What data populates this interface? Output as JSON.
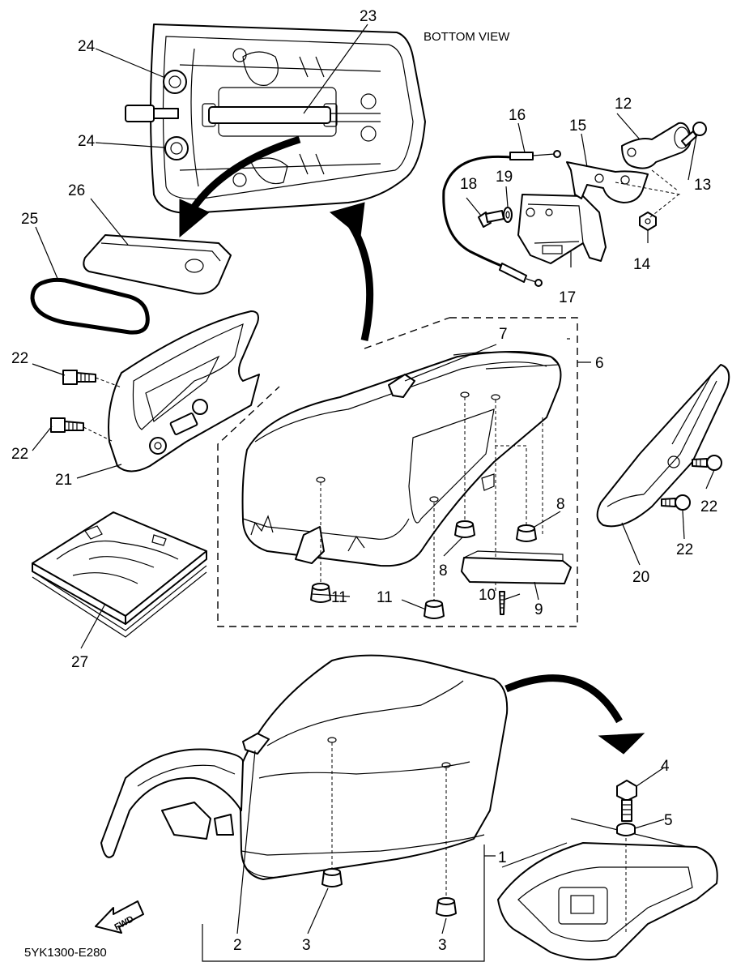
{
  "view_label": "BOTTOM VIEW",
  "diagram_code": "5YK1300-E280",
  "fwd_label": "FWD",
  "callouts": {
    "c1": "1",
    "c2": "2",
    "c3a": "3",
    "c3b": "3",
    "c4": "4",
    "c5": "5",
    "c6": "6",
    "c7": "7",
    "c8a": "8",
    "c8b": "8",
    "c9": "9",
    "c10": "10",
    "c11a": "11",
    "c11b": "11",
    "c12": "12",
    "c13": "13",
    "c14": "14",
    "c15": "15",
    "c16": "16",
    "c17": "17",
    "c18": "18",
    "c19": "19",
    "c20": "20",
    "c21": "21",
    "c22a": "22",
    "c22b": "22",
    "c22c": "22",
    "c22d": "22",
    "c23": "23",
    "c24a": "24",
    "c24b": "24",
    "c25": "25",
    "c26": "26",
    "c27": "27"
  }
}
